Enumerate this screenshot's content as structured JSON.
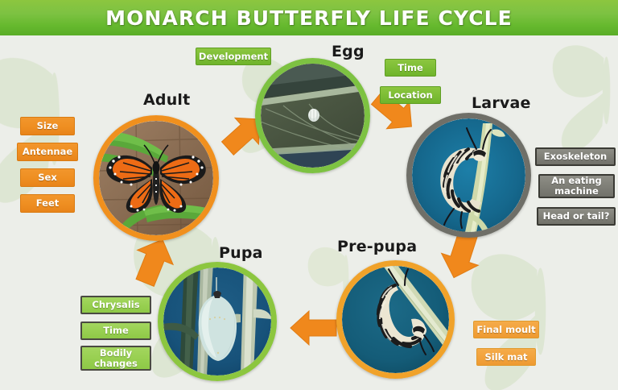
{
  "header": {
    "title": "MONARCH BUTTERFLY LIFE CYCLE",
    "background_color": "#7dc242",
    "text_color": "#ffffff"
  },
  "canvas": {
    "background_color": "#ebece8",
    "watermark_color": "#dfe6d6"
  },
  "stages": [
    {
      "id": "adult",
      "title": "Adult",
      "ring_color": "#f0901e",
      "photo_alt": "monarch-butterfly-on-fern",
      "labels": [
        {
          "text": "Size",
          "style": "orange"
        },
        {
          "text": "Antennae",
          "style": "orange"
        },
        {
          "text": "Sex",
          "style": "orange"
        },
        {
          "text": "Feet",
          "style": "orange"
        }
      ]
    },
    {
      "id": "egg",
      "title": "Egg",
      "ring_color": "#7dc242",
      "photo_alt": "monarch-egg-on-milkweed-leaf",
      "labels": [
        {
          "text": "Development",
          "style": "green"
        },
        {
          "text": "Time",
          "style": "green"
        },
        {
          "text": "Location",
          "style": "green"
        }
      ]
    },
    {
      "id": "larvae",
      "title": "Larvae",
      "ring_color": "#6f6f68",
      "photo_alt": "striped-caterpillar-on-stem",
      "labels": [
        {
          "text": "Exoskeleton",
          "style": "gray"
        },
        {
          "text": "An eating machine",
          "style": "gray"
        },
        {
          "text": "Head or tail?",
          "style": "gray"
        }
      ]
    },
    {
      "id": "pre-pupa",
      "title": "Pre-pupa",
      "ring_color": "#f0a22a",
      "photo_alt": "j-hanging-caterpillar",
      "labels": [
        {
          "text": "Final moult",
          "style": "orange-light"
        },
        {
          "text": "Silk mat",
          "style": "orange-light"
        }
      ]
    },
    {
      "id": "pupa",
      "title": "Pupa",
      "ring_color": "#8cc63f",
      "photo_alt": "green-chrysalis-on-stem",
      "labels": [
        {
          "text": "Chrysalis",
          "style": "green-light"
        },
        {
          "text": "Time",
          "style": "green-light"
        },
        {
          "text": "Bodily changes",
          "style": "green-light"
        }
      ]
    }
  ],
  "arrows": [
    {
      "id": "adult-to-egg",
      "from": "adult",
      "to": "egg",
      "direction": "up-right",
      "color": "#f0881c"
    },
    {
      "id": "egg-to-larvae",
      "from": "egg",
      "to": "larvae",
      "direction": "down-right",
      "color": "#f0881c"
    },
    {
      "id": "larvae-to-pre-pupa",
      "from": "larvae",
      "to": "pre-pupa",
      "direction": "down-left",
      "color": "#f0881c"
    },
    {
      "id": "pre-pupa-to-pupa",
      "from": "pre-pupa",
      "to": "pupa",
      "direction": "left",
      "color": "#f0881c"
    },
    {
      "id": "pupa-to-adult",
      "from": "pupa",
      "to": "adult",
      "direction": "up-left",
      "color": "#f0881c"
    }
  ]
}
